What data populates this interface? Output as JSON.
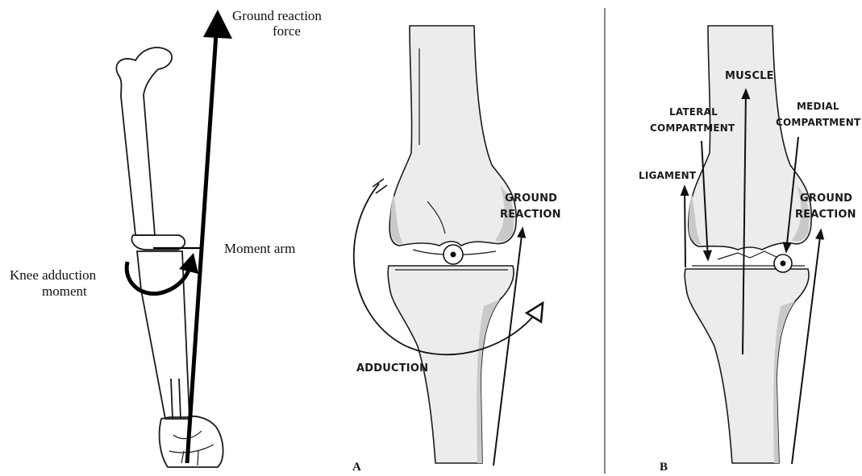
{
  "left_panel": {
    "ground_reaction_label_line1": "Ground reaction",
    "ground_reaction_label_line2": "force",
    "moment_arm_label": "Moment arm",
    "knee_adduction_label_line1": "Knee adduction",
    "knee_adduction_label_line2": "moment"
  },
  "panel_a": {
    "panel_letter": "A",
    "ground_reaction_line1": "GROUND",
    "ground_reaction_line2": "REACTION",
    "adduction_label": "ADDUCTION"
  },
  "panel_b": {
    "panel_letter": "B",
    "muscle_label": "MUSCLE",
    "lateral_line1": "LATERAL",
    "lateral_line2": "COMPARTMENT",
    "medial_line1": "MEDIAL",
    "medial_line2": "COMPARTMENT",
    "ligament_label": "LIGAMENT",
    "ground_reaction_line1": "GROUND",
    "ground_reaction_line2": "REACTION"
  }
}
